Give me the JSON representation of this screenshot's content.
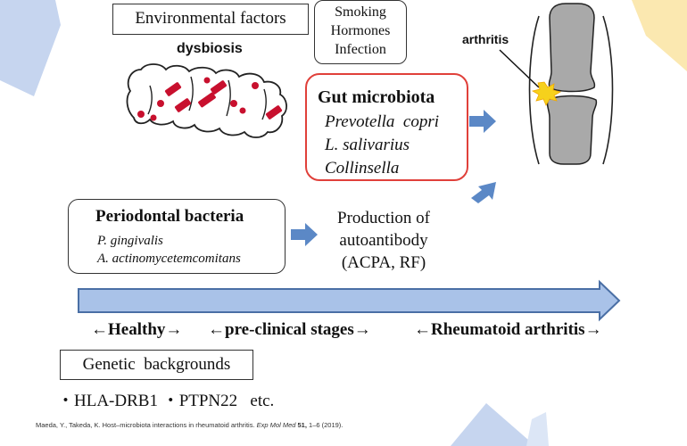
{
  "environmental": {
    "title": "Environmental factors",
    "factors": [
      "Smoking",
      "Hormones",
      "Infection"
    ]
  },
  "dysbiosis_label": "dysbiosis",
  "arthritis_label": "arthritis",
  "gut": {
    "title": "Gut microbiota",
    "species": [
      "Prevotella  copri",
      "L. salivarius",
      "Collinsella"
    ]
  },
  "periodontal": {
    "title": "Periodontal bacteria",
    "species": [
      "P. gingivalis",
      "A. actinomycetemcomitans"
    ]
  },
  "autoantibody": {
    "lines": [
      "Production of",
      "autoantibody",
      "(ACPA, RF)"
    ]
  },
  "stages": {
    "healthy": "←Healthy→",
    "preclinical": "←pre-clinical stages→",
    "ra": "←Rheumatoid arthritis→"
  },
  "genetic": {
    "title": "Genetic  backgrounds",
    "genes": "・HLA-DRB1 ・PTPN22   etc."
  },
  "citation": {
    "authors": "Maeda, Y., Takeda, K. Host–microbiota interactions in rheumatoid arthritis. ",
    "journal": "Exp Mol Med",
    "volume": " 51,",
    "pages": " 1–6 (2019)."
  },
  "colors": {
    "arrow_blue": "#5b88c6",
    "bar_blue": "#a9c2e8",
    "red_border": "#e0403a",
    "dysbiosis_red": "#c8102e",
    "bone_gray": "#a9a9a9",
    "deco_blue": "#c6d5ef",
    "deco_yellow": "#fbe8b0",
    "burst_yellow": "#f6d11c"
  }
}
